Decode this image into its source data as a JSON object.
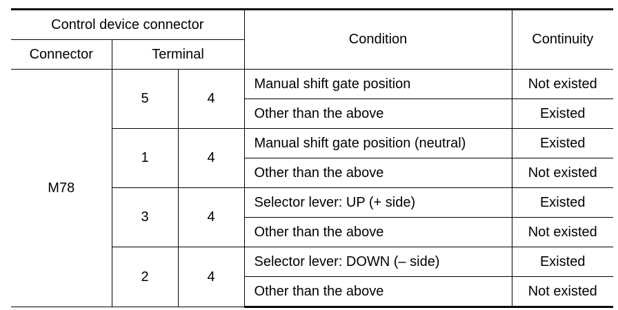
{
  "header": {
    "group_label": "Control device connector",
    "connector_label": "Connector",
    "terminal_label": "Terminal",
    "condition_label": "Condition",
    "continuity_label": "Continuity"
  },
  "connector": "M78",
  "groups": [
    {
      "terminal_a": "5",
      "terminal_b": "4",
      "rows": [
        {
          "condition": "Manual shift gate position",
          "continuity": "Not existed"
        },
        {
          "condition": "Other than the above",
          "continuity": "Existed"
        }
      ]
    },
    {
      "terminal_a": "1",
      "terminal_b": "4",
      "rows": [
        {
          "condition": "Manual shift gate position (neutral)",
          "continuity": "Existed"
        },
        {
          "condition": "Other than the above",
          "continuity": "Not existed"
        }
      ]
    },
    {
      "terminal_a": "3",
      "terminal_b": "4",
      "rows": [
        {
          "condition": "Selector lever: UP (+ side)",
          "continuity": "Existed"
        },
        {
          "condition": "Other than the above",
          "continuity": "Not existed"
        }
      ]
    },
    {
      "terminal_a": "2",
      "terminal_b": "4",
      "rows": [
        {
          "condition": "Selector lever: DOWN (– side)",
          "continuity": "Existed"
        },
        {
          "condition": "Other than the above",
          "continuity": "Not existed"
        }
      ]
    }
  ]
}
